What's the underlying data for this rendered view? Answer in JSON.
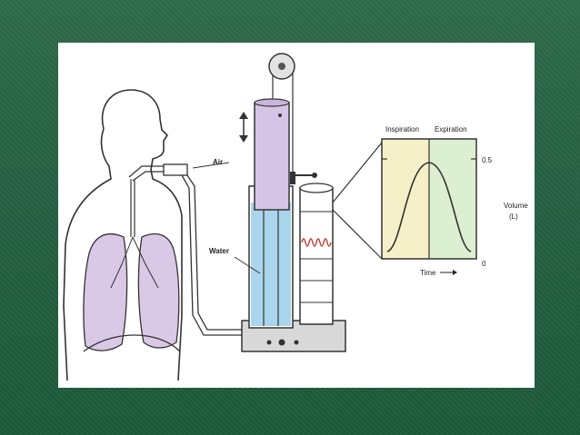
{
  "labels": {
    "air": "Air",
    "water": "Water",
    "inspiration": "Inspiration",
    "expiration": "Expiration",
    "time": "Time",
    "volume": "Volume",
    "volume_unit": "(L)",
    "tick_top": "0.5",
    "tick_bottom": "0"
  },
  "colors": {
    "background": "#256043",
    "panel": "#ffffff",
    "lung": "#d9c8e6",
    "air_chamber": "#d6c4e6",
    "water": "#a9d6ec",
    "inspiration_zone": "#f5f0c8",
    "expiration_zone": "#dcefd0",
    "trace": "#c0392b"
  },
  "icons": [
    "pulley-icon",
    "up-down-arrow-icon",
    "arrow-right-icon"
  ]
}
